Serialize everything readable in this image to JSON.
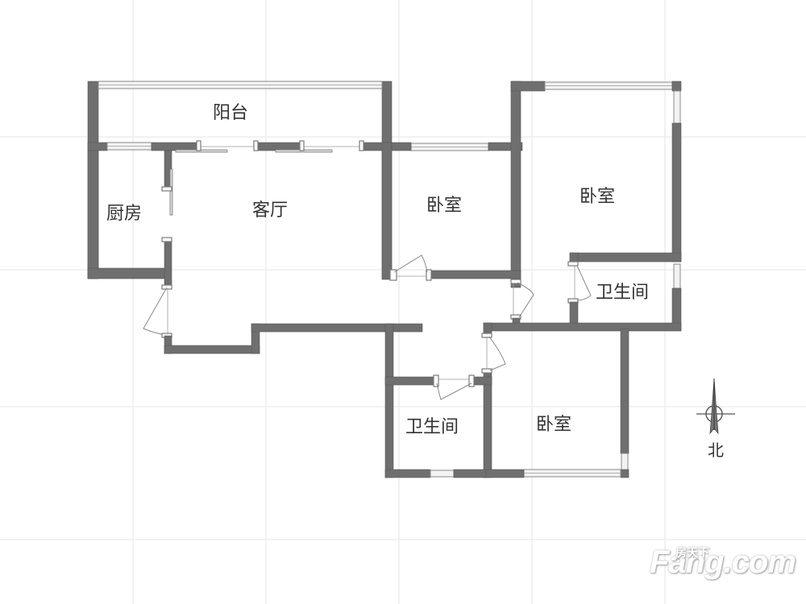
{
  "floorplan": {
    "rooms": [
      {
        "id": "balcony",
        "label": "阳台"
      },
      {
        "id": "kitchen",
        "label": "厨房"
      },
      {
        "id": "living-room",
        "label": "客厅"
      },
      {
        "id": "bedroom-1",
        "label": "卧室"
      },
      {
        "id": "bedroom-2",
        "label": "卧室"
      },
      {
        "id": "bathroom-1",
        "label": "卫生间"
      },
      {
        "id": "bathroom-2",
        "label": "卫生间"
      },
      {
        "id": "bedroom-3",
        "label": "卧室"
      }
    ],
    "compass": {
      "label": "北"
    },
    "colors": {
      "wall": "#6f6f6f",
      "grid": "#eeeeee",
      "background": "#ffffff"
    }
  },
  "watermark": {
    "brand": "Fang.com",
    "chinese": "房天下"
  }
}
